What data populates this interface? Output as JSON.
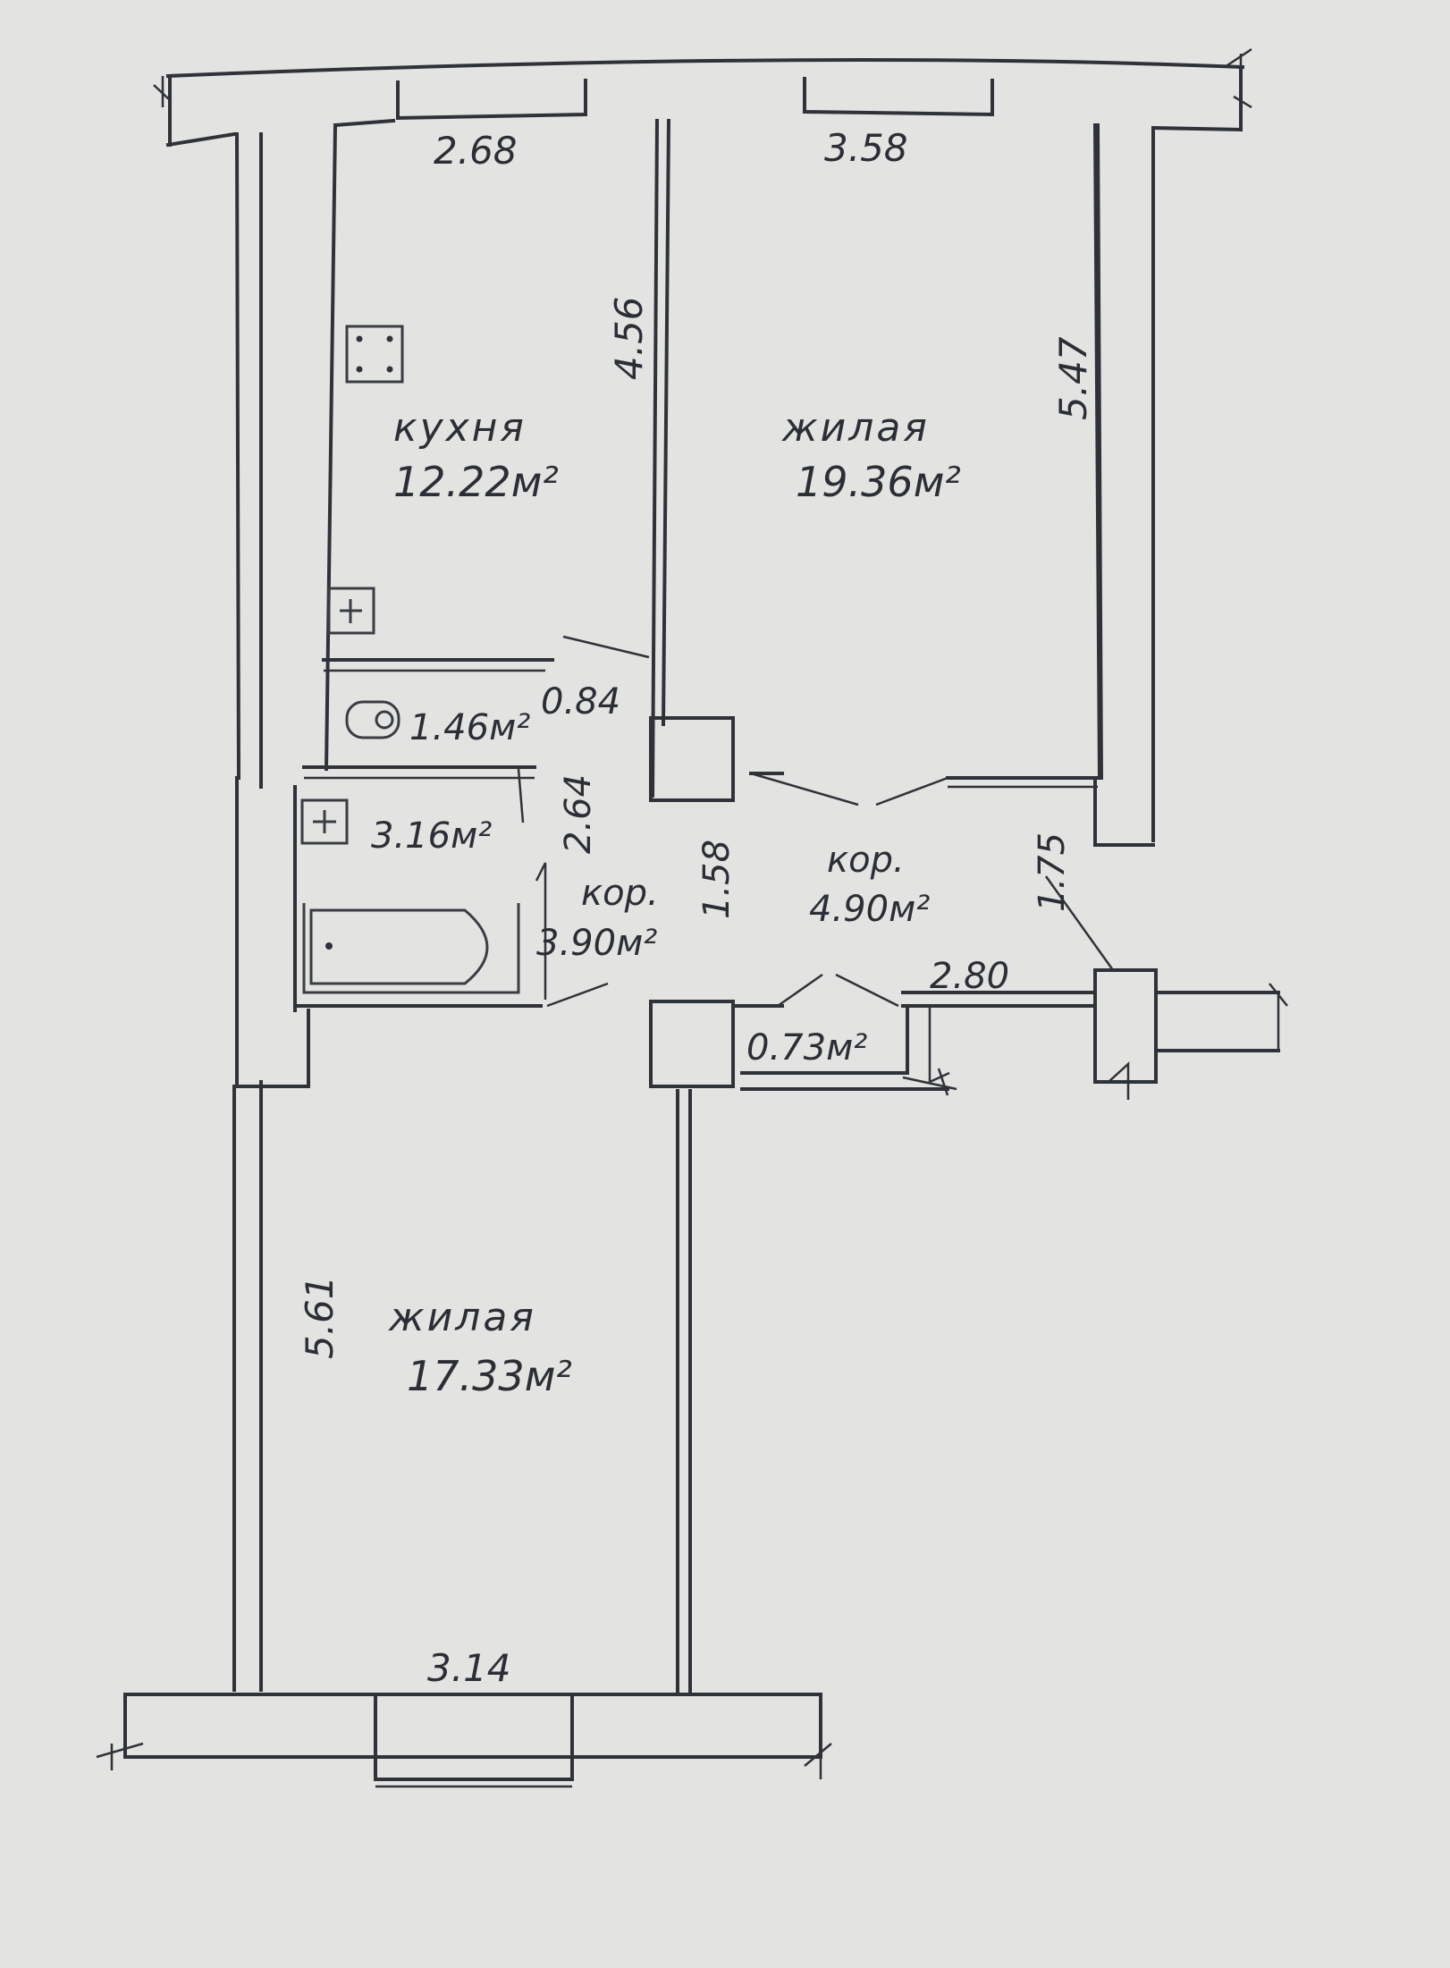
{
  "rooms": {
    "kitchen": {
      "name": "кухня",
      "area": "12.22м²"
    },
    "living_top": {
      "name": "жилая",
      "area": "19.36м²"
    },
    "living_bottom": {
      "name": "жилая",
      "area": "17.33м²"
    },
    "wc": {
      "area": "1.46м²"
    },
    "bath": {
      "area": "3.16м²"
    },
    "corridor_left": {
      "name": "кор.",
      "area": "3.90м²"
    },
    "corridor_right": {
      "name": "кор.",
      "area": "4.90м²"
    },
    "closet": {
      "area": "0.73м²"
    }
  },
  "dimensions": {
    "kitchen_width": "2.68",
    "kitchen_length": "4.56",
    "living_top_width": "3.58",
    "living_top_length": "5.47",
    "wc_width": "0.84",
    "bath_length": "2.64",
    "corridor_left_length": "1.58",
    "corridor_right_length": "1.75",
    "corridor_right_width": "2.80",
    "living_bottom_length": "5.61",
    "living_bottom_width": "3.14"
  },
  "icons": [
    "stove-icon",
    "sink-icon",
    "toilet-icon",
    "bathtub-icon"
  ],
  "colors": {
    "paper": "#e3e3e1",
    "ink": "#2f3238"
  }
}
